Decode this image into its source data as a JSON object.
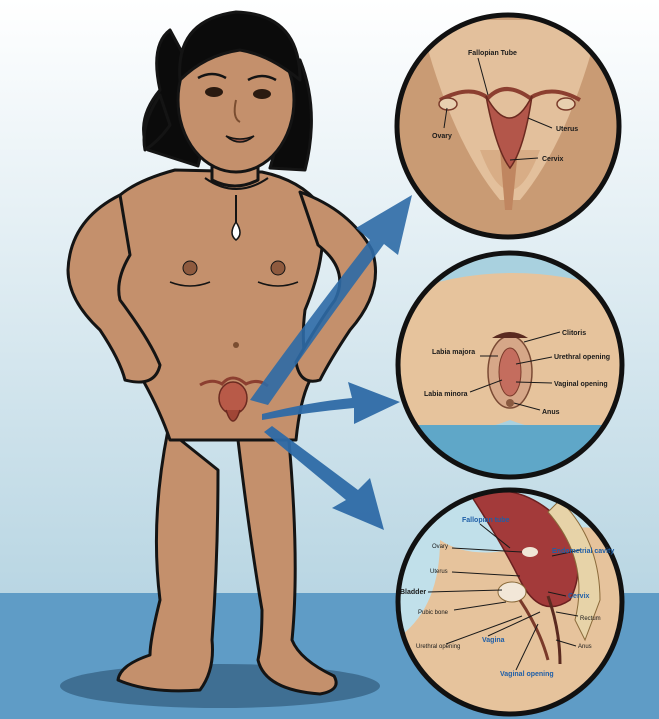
{
  "colors": {
    "sky_top": "#ffffff",
    "sky_bottom": "#c4dde7",
    "floor": "#5f9cc6",
    "skin": "#c4906c",
    "skin_shade": "#a8754f",
    "outline": "#141414",
    "hair": "#0b0b0b",
    "arrow": "#2e6aa6",
    "circle_border": "#111111",
    "label_text": "#1a1a1a",
    "blue_label": "#1f5fa8"
  },
  "panel_top": {
    "labels": {
      "fallopian_tube": "Fallopian Tube",
      "ovary": "Ovary",
      "uterus": "Uterus",
      "cervix": "Cervix"
    }
  },
  "panel_middle": {
    "labels": {
      "clitoris": "Clitoris",
      "labia_majora": "Labia majora",
      "urethral_opening": "Urethral opening",
      "labia_minora": "Labia minora",
      "vaginal_opening": "Vaginal opening",
      "anus": "Anus"
    }
  },
  "panel_bottom": {
    "labels": {
      "fallopian_tube": "Fallopian tube",
      "ovary": "Ovary",
      "endometrial_cavity": "Endometrial cavity",
      "uterus": "Uterus",
      "bladder": "Bladder",
      "cervix": "Cervix",
      "pubic_bone": "Pubic bone",
      "rectum": "Rectum",
      "urethral_opening": "Urethral opening",
      "vagina": "Vagina",
      "anus": "Anus",
      "vaginal_opening": "Vaginal opening"
    }
  }
}
